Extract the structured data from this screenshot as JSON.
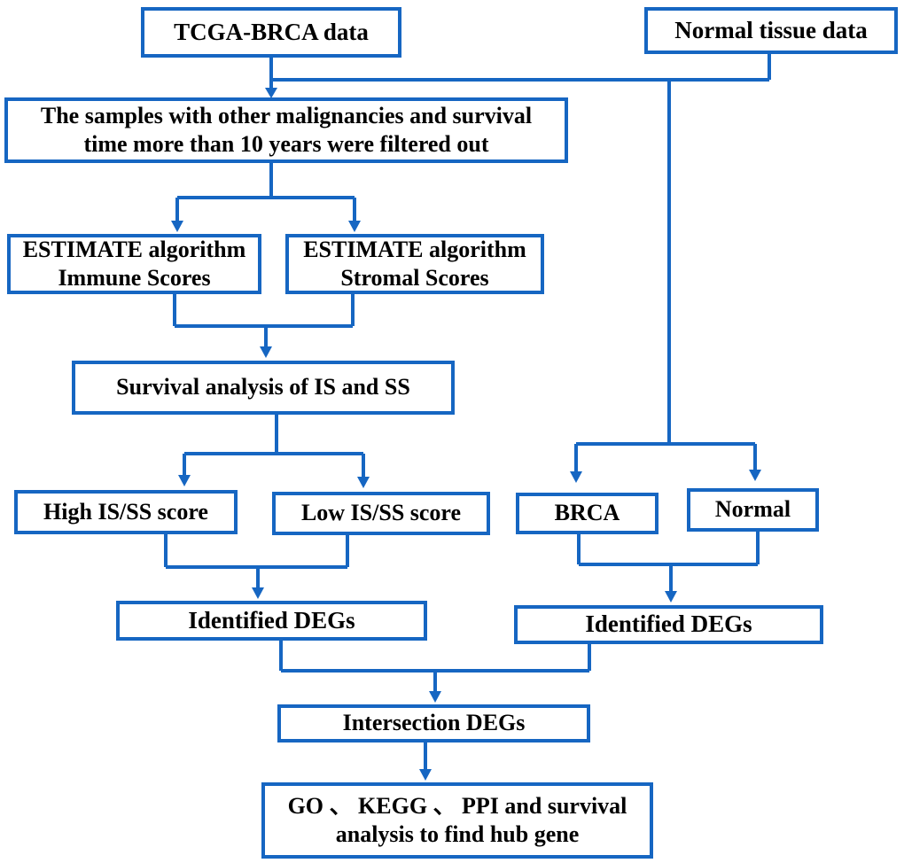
{
  "figure": {
    "type": "flowchart",
    "colors": {
      "accent": "#1666C2",
      "text": "#000000",
      "background": "#FFFFFF"
    },
    "nodes": {
      "tcga": {
        "label": "TCGA-BRCA data"
      },
      "normal_tissue": {
        "label": "Normal tissue data"
      },
      "filter": {
        "line1": "The samples with other malignancies and survival",
        "line2": "time more than 10 years were filtered out"
      },
      "estimate_immune": {
        "line1": "ESTIMATE algorithm",
        "line2": "Immune Scores"
      },
      "estimate_stromal": {
        "line1": "ESTIMATE algorithm",
        "line2": "Stromal Scores"
      },
      "survival": {
        "label": "Survival analysis of IS and SS"
      },
      "high_score": {
        "label": "High IS/SS score"
      },
      "low_score": {
        "label": "Low IS/SS score"
      },
      "brca": {
        "label": "BRCA"
      },
      "normal": {
        "label": "Normal"
      },
      "identified_degs_left": {
        "label": "Identified DEGs"
      },
      "identified_degs_right": {
        "label": "Identified DEGs"
      },
      "intersection_degs": {
        "label": "Intersection DEGs"
      },
      "go_kegg": {
        "line1": "GO 、 KEGG 、 PPI and survival",
        "line2": "analysis to find hub gene"
      }
    },
    "edges": [
      {
        "from": "tcga",
        "to": "filter"
      },
      {
        "from": [
          "tcga",
          "normal_tissue"
        ],
        "to": [
          "brca",
          "normal"
        ]
      },
      {
        "from": "filter",
        "to": [
          "estimate_immune",
          "estimate_stromal"
        ]
      },
      {
        "from": [
          "estimate_immune",
          "estimate_stromal"
        ],
        "to": "survival"
      },
      {
        "from": "survival",
        "to": [
          "high_score",
          "low_score"
        ]
      },
      {
        "from": [
          "high_score",
          "low_score"
        ],
        "to": "identified_degs_left"
      },
      {
        "from": [
          "brca",
          "normal"
        ],
        "to": "identified_degs_right"
      },
      {
        "from": [
          "identified_degs_left",
          "identified_degs_right"
        ],
        "to": "intersection_degs"
      },
      {
        "from": "intersection_degs",
        "to": "go_kegg"
      }
    ]
  }
}
